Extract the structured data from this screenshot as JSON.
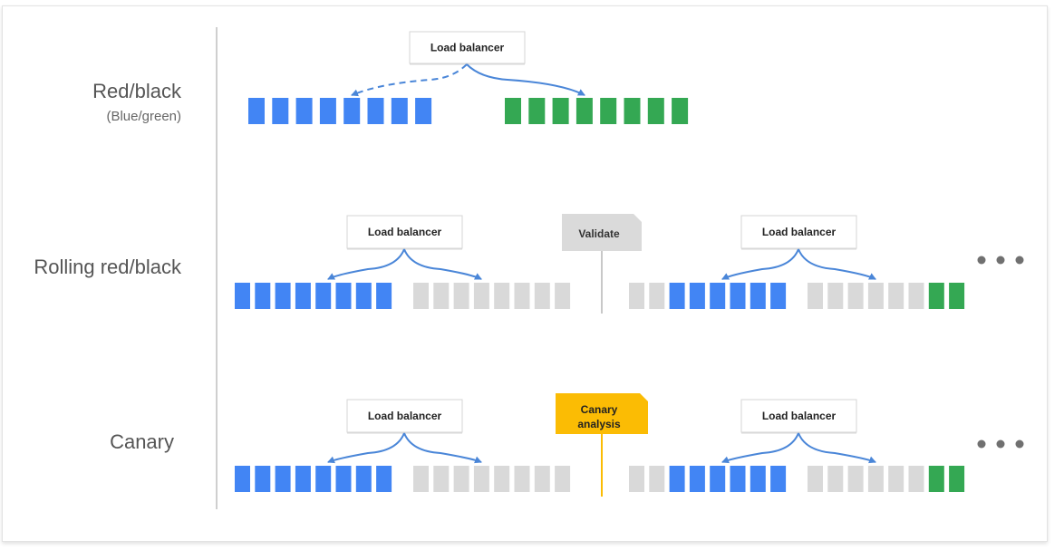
{
  "rows": [
    {
      "label": "Red/black",
      "sublabel": "(Blue/green)"
    },
    {
      "label": "Rolling red/black"
    },
    {
      "label": "Canary"
    }
  ],
  "load_balancer_label": "Load balancer",
  "validate_label": "Validate",
  "canary_label_line1": "Canary",
  "canary_label_line2": "analysis",
  "colors": {
    "blue": "#4285f4",
    "green": "#34a853",
    "gray": "#d9d9d9",
    "arrow": "#4a86d8",
    "yellow": "#fbbc04",
    "validate_tag": "#dadada",
    "dots": "#707070"
  }
}
